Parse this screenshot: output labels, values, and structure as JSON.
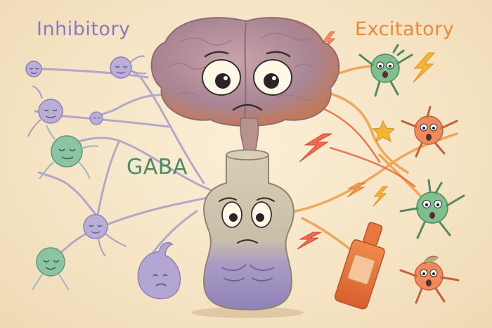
{
  "labels": {
    "inhibitory": "Inhibitory",
    "excitatory": "Excitatory",
    "gaba": "GABA"
  },
  "colors": {
    "inhibitory": "#8a7bb8",
    "excitatory": "#e98a3e",
    "gaba": "#4f8a68",
    "brain": "#b08a9a",
    "bottle": "#cfc4ad",
    "liquid": "#9e90c2",
    "neuron_lavender": "#b9aed6",
    "neuron_green": "#8cc3a3",
    "creature_green": "#7fbf8f",
    "creature_orange": "#ef8a5f",
    "spark": "#f2b632",
    "alcohol_bottle": "#e8763f"
  },
  "icons": {
    "brain": "worried-brain-icon",
    "bottle": "sad-bottle-icon",
    "alcohol": "alcohol-bottle-icon",
    "lightning": "lightning-bolt-icon",
    "star": "star-icon"
  }
}
